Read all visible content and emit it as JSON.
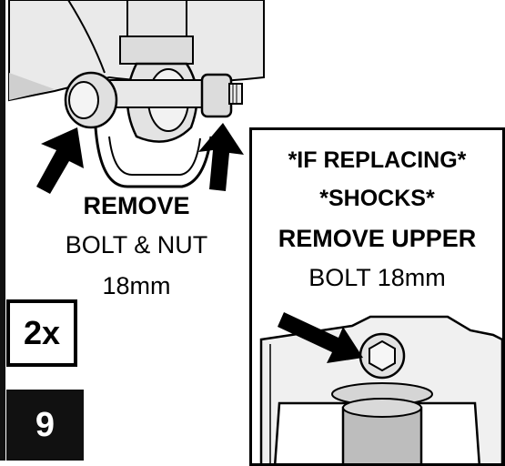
{
  "left_step": {
    "action": "REMOVE",
    "line1": "BOLT & NUT",
    "line2": "18mm",
    "quantity": "2x",
    "step_number": "9"
  },
  "callout": {
    "line1": "*IF REPLACING*",
    "line2": "*SHOCKS*",
    "line3": "REMOVE UPPER",
    "line4": "BOLT 18mm"
  },
  "colors": {
    "ink": "#000000",
    "shade": "#d9d9d9",
    "step_box": "#111111"
  },
  "icons": [
    "arrow-icon",
    "bolt-illustration",
    "shock-mount-illustration"
  ]
}
